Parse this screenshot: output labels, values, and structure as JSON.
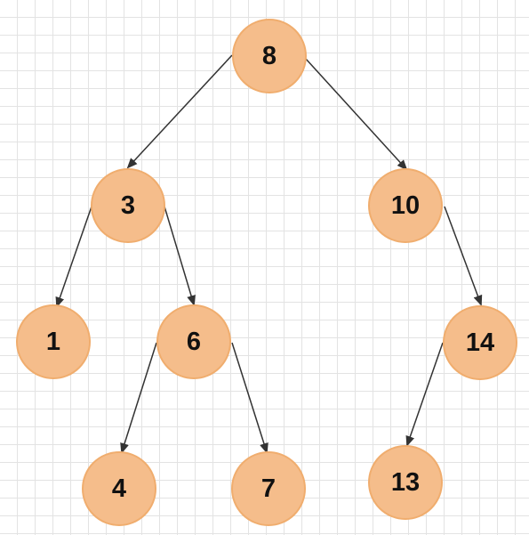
{
  "diagram": {
    "type": "binary-search-tree",
    "colors": {
      "node_fill": "#f5bd8b",
      "node_border": "#f0ad6e",
      "edge": "#333333",
      "grid": "#e3e3e3",
      "background": "#ffffff"
    },
    "nodes": [
      {
        "id": "n8",
        "label": "8"
      },
      {
        "id": "n3",
        "label": "3"
      },
      {
        "id": "n10",
        "label": "10"
      },
      {
        "id": "n1",
        "label": "1"
      },
      {
        "id": "n6",
        "label": "6"
      },
      {
        "id": "n14",
        "label": "14"
      },
      {
        "id": "n4",
        "label": "4"
      },
      {
        "id": "n7",
        "label": "7"
      },
      {
        "id": "n13",
        "label": "13"
      }
    ],
    "edges": [
      {
        "from": "n8",
        "to": "n3"
      },
      {
        "from": "n8",
        "to": "n10"
      },
      {
        "from": "n3",
        "to": "n1"
      },
      {
        "from": "n3",
        "to": "n6"
      },
      {
        "from": "n10",
        "to": "n14"
      },
      {
        "from": "n6",
        "to": "n4"
      },
      {
        "from": "n6",
        "to": "n7"
      },
      {
        "from": "n14",
        "to": "n13"
      }
    ]
  }
}
